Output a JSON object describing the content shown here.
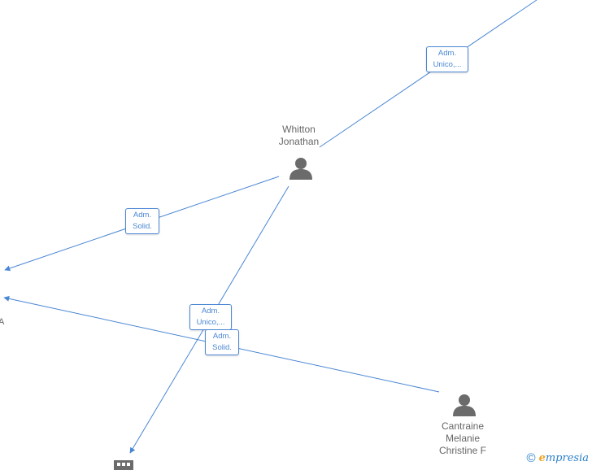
{
  "nodes": {
    "whitton": {
      "label": "Whitton\nJonathan",
      "icon": "person-icon"
    },
    "cantraine": {
      "label": "Cantraine\nMelanie\nChristine F",
      "icon": "person-icon"
    },
    "left_company": {
      "label": "A"
    },
    "bottom_company": {
      "icon": "building-icon"
    }
  },
  "edges": {
    "top": "Adm.\nUnico,...",
    "left": "Adm.\nSolid.",
    "mid_unico": "Adm.\nUnico,...",
    "mid_solid": "Adm.\nSolid."
  },
  "watermark": {
    "symbol": "©",
    "brand_initial": "e",
    "brand_rest": "mpresia"
  },
  "colors": {
    "edge": "#4a86d4",
    "icon": "#6b6b6b",
    "label": "#666666"
  }
}
